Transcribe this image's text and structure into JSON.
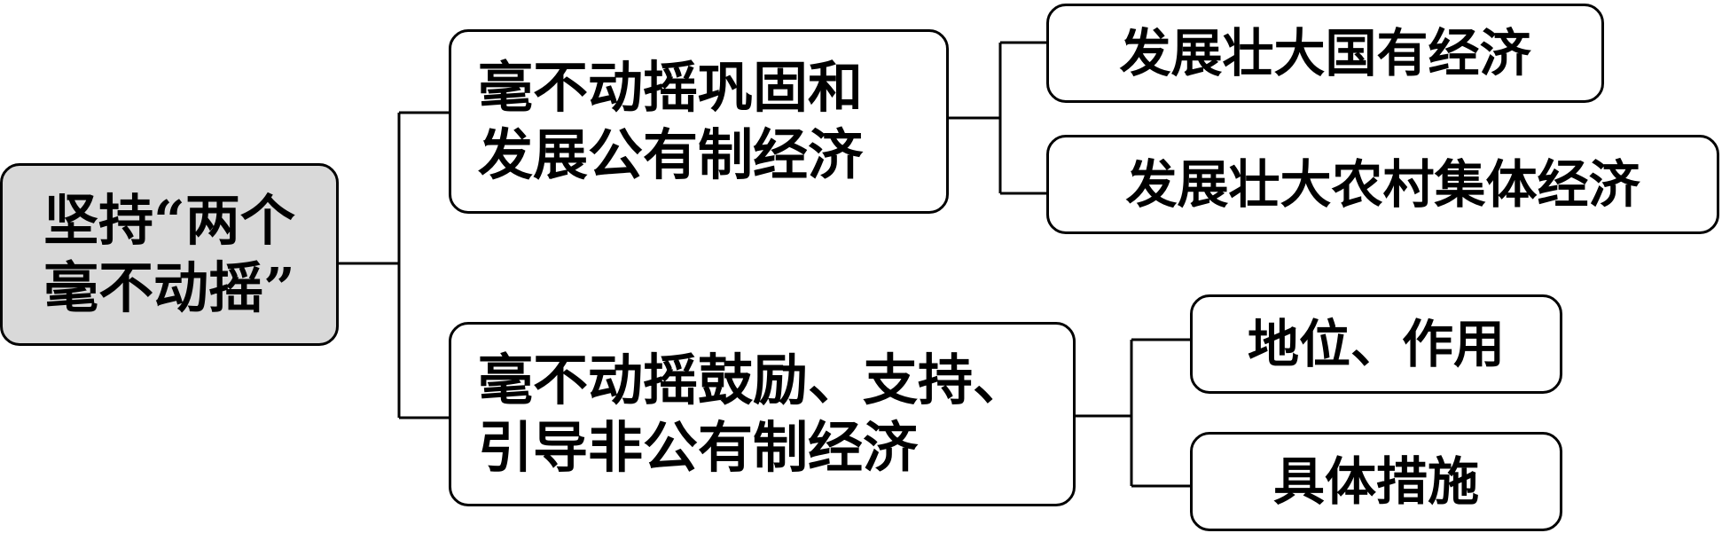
{
  "diagram": {
    "root": {
      "line1": "坚持“两个",
      "line2": "毫不动摇”"
    },
    "branches": [
      {
        "line1": "毫不动摇巩固和",
        "line2": "发展公有制经济",
        "children": [
          "发展壮大国有经济",
          "发展壮大农村集体经济"
        ]
      },
      {
        "line1": "毫不动摇鼓励、支持、",
        "line2": "引导非公有制经济",
        "children": [
          "地位、作用",
          "具体措施"
        ]
      }
    ],
    "colors": {
      "root_fill": "#d9d9d9",
      "node_fill": "#ffffff",
      "stroke": "#000000"
    }
  }
}
